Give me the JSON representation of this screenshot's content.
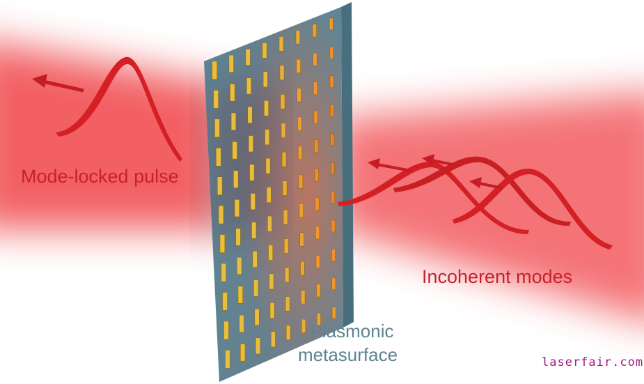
{
  "labels": {
    "output": "Mode-locked pulse",
    "input": "Incoherent modes",
    "device_line1": "Plasmonic",
    "device_line2": "metasurface"
  },
  "watermark": "laserfair.com",
  "colors": {
    "beam": "#f0454a",
    "ribbon": "#d42024",
    "panel": "#5a8494",
    "bar": "#e8b830",
    "text_red": "#c9202b",
    "text_panel": "#5d8290"
  },
  "metasurface": {
    "columns": 8,
    "rows": 11
  }
}
